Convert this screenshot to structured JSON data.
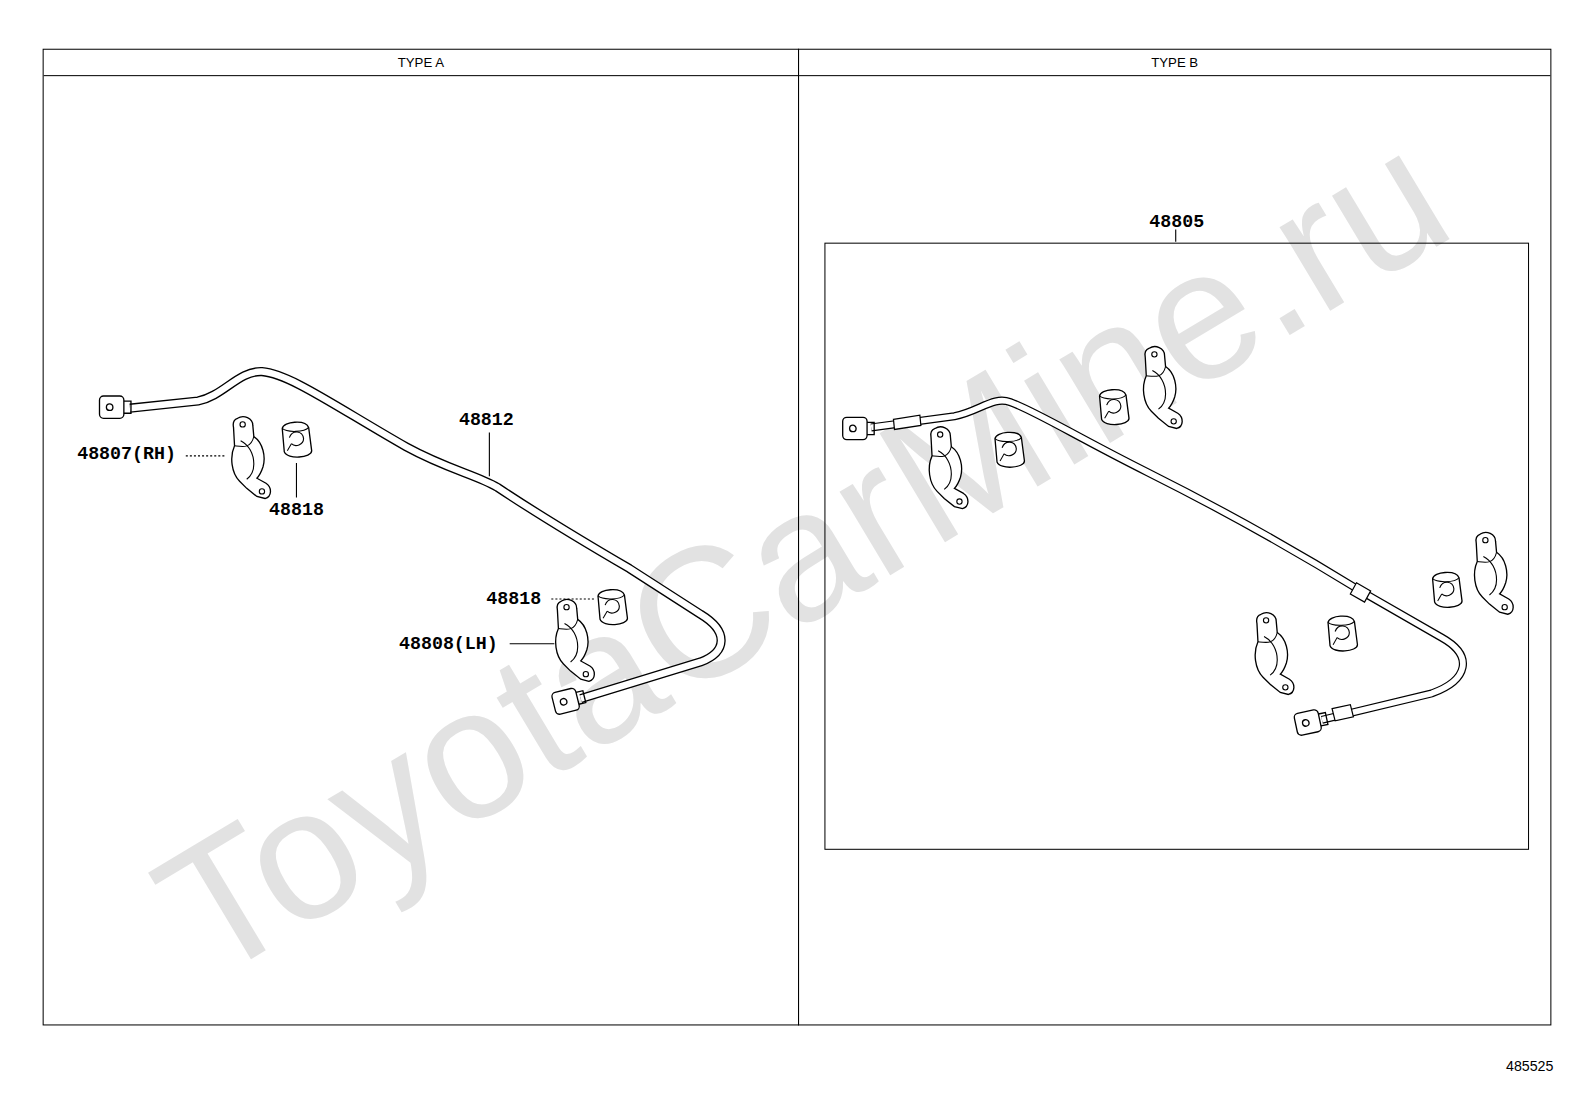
{
  "diagram": {
    "nodes": [
      {
        "text": [
          "TYPE A"
        ]
      },
      {
        "text": [
          "TYPE B"
        ]
      },
      {
        "text": [
          "48805"
        ],
        "in": 1
      }
    ],
    "labels": [
      "48807(RH)",
      "48818",
      "48812",
      "48818",
      "48808(LH)",
      "ToyotaCarMine.ru",
      "485525"
    ]
  }
}
